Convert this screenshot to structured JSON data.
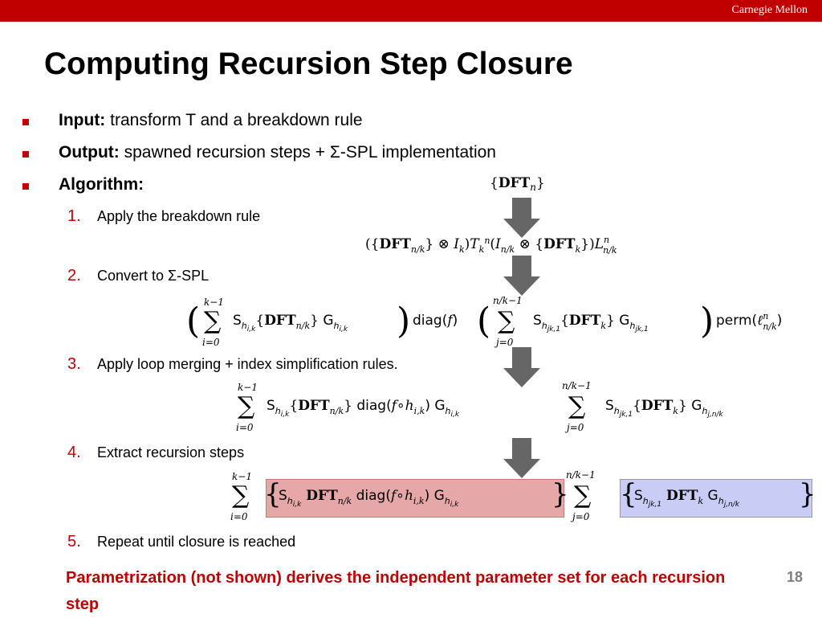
{
  "header": {
    "brand": "Carnegie Mellon"
  },
  "title": "Computing Recursion Step Closure",
  "bullets": [
    {
      "label": "Input:",
      "text": " transform T and a breakdown rule"
    },
    {
      "label": "Output:",
      "text": " spawned recursion steps + Σ-SPL implementation"
    },
    {
      "label": "Algorithm:",
      "text": ""
    }
  ],
  "steps": [
    {
      "num": "1.",
      "text": "Apply the breakdown rule"
    },
    {
      "num": "2.",
      "text": "Convert to Σ-SPL"
    },
    {
      "num": "3.",
      "text": "Apply loop merging + index simplification rules."
    },
    {
      "num": "4.",
      "text": "Extract recursion steps"
    },
    {
      "num": "5.",
      "text": "Repeat until closure is reached"
    }
  ],
  "formulas": {
    "f0": "{DFTn}",
    "f1": "({DFTn/k} ⊗ Ik) Tnk (In/k ⊗ {DFTk}) Lnn/k",
    "f2": "(Σi=0..k−1 Shi,k {DFTn/k} Ghi,k) diag(f) (Σj=0..n/k−1 Shjk,1 {DFTk} Ghjk,1) perm(ℓnn/k)",
    "f3": "Σi=0..k−1 Shi,k {DFTn/k} diag(f∘hi,k) Ghi,k Σj=0..n/k−1 Shjk,1 {DFTk} Ghj,n/k",
    "f4": "Σi=0..k−1 {Shi,k DFTn/k diag(f∘hi,k) Ghi,k} Σj=0..n/k−1 {Shjk,1 DFTk Ghj,n/k}"
  },
  "footnote": "Parametrization (not shown) derives the independent parameter set for each recursion step",
  "page_number": "18",
  "colors": {
    "accent": "#c00000",
    "highlight_red": "#e6a7a8",
    "highlight_blue": "#c9cdf5",
    "arrow": "#666666"
  }
}
